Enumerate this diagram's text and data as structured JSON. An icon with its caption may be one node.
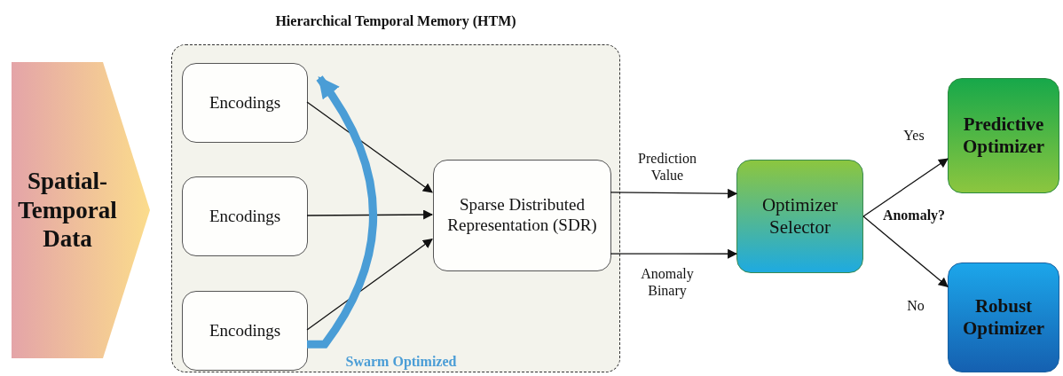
{
  "diagram": {
    "nodes": [
      {
        "text": [
          "Spatial-Temporal Data"
        ]
      },
      {
        "text": [
          "Hierarchical Temporal Memory (HTM)"
        ]
      },
      {
        "text": [
          "Encodings"
        ],
        "in": 1
      },
      {
        "text": [
          "Encodings"
        ],
        "in": 1
      },
      {
        "text": [
          "Encodings"
        ],
        "in": 1
      },
      {
        "text": [
          "Sparse Distributed Representation (SDR)"
        ],
        "in": 1
      },
      {
        "text": [
          "Optimizer Selector"
        ]
      },
      {
        "text": [
          "Predictive Optimizer"
        ]
      },
      {
        "text": [
          "Robust Optimizer"
        ]
      }
    ],
    "edges": [
      {
        "from": 2,
        "to": 5,
        "arrow": "to"
      },
      {
        "from": 3,
        "to": 5,
        "arrow": "to"
      },
      {
        "from": 4,
        "to": 5,
        "arrow": "to"
      },
      {
        "from": 5,
        "to": 6,
        "arrow": "to",
        "label": "Prediction Value"
      },
      {
        "from": 5,
        "to": 6,
        "arrow": "to",
        "label": "Anomaly Binary"
      },
      {
        "from": 6,
        "to": 7,
        "arrow": "to",
        "label": "Yes"
      },
      {
        "from": 6,
        "to": 8,
        "arrow": "to",
        "label": "No"
      },
      {
        "from": 4,
        "to": 2,
        "arrow": "to",
        "label": "Swarm Optimized",
        "style": "thick",
        "color": "#4a9dd6"
      }
    ],
    "labels": [
      "Anomaly?"
    ]
  }
}
